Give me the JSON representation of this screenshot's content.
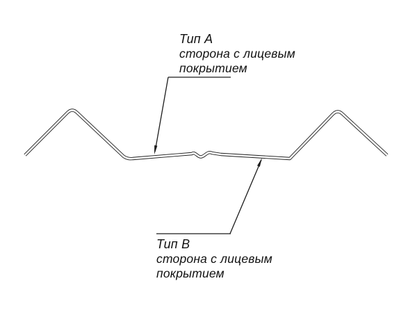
{
  "diagram": {
    "background": "#ffffff",
    "line_color": "#1c1c1c",
    "sheet_gap_color": "#ffffff",
    "labels": {
      "type_a": {
        "title": "Тип А",
        "line2": "сторона с лицевым",
        "line3": "покрытием"
      },
      "type_b": {
        "title": "Тип В",
        "line2": "сторона с лицевым",
        "line3": "покрытием"
      }
    }
  }
}
